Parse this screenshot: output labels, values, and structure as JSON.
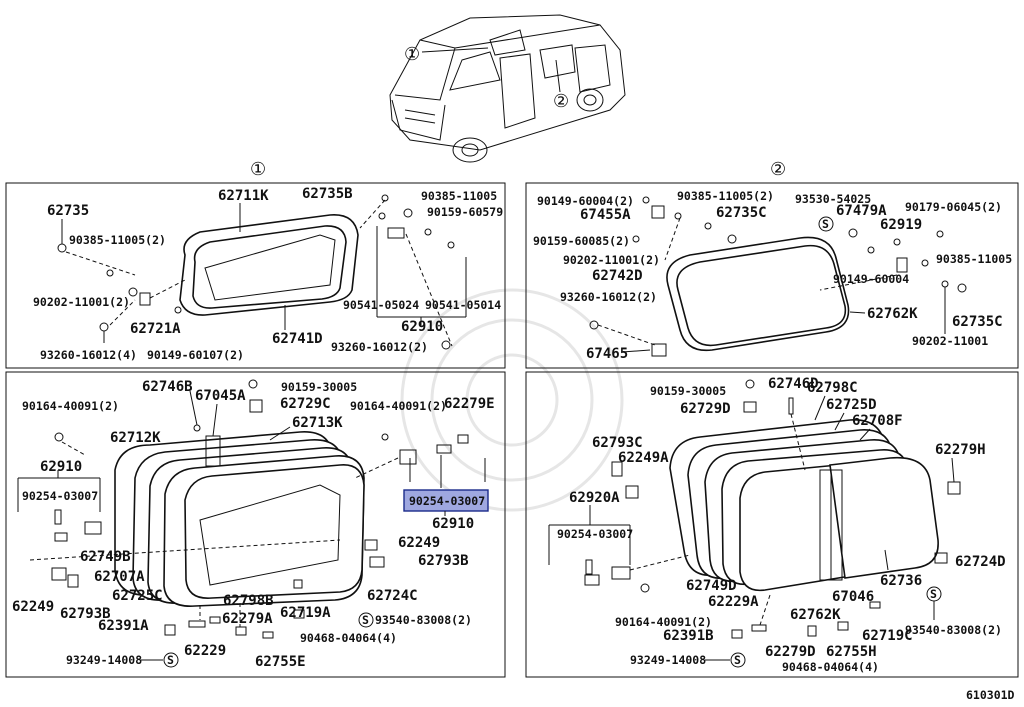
{
  "header": {
    "callout_1": "①",
    "callout_2": "②",
    "ref_code": "610301D"
  },
  "sections": {
    "one": "①",
    "two": "②"
  },
  "parts_tl": {
    "p62735": "62735",
    "p62711K": "62711K",
    "p62735B": "62735B",
    "p90385_11005_top": "90385-11005",
    "p90159_60579": "90159-60579",
    "p90385_11005_2": "90385-11005(2)",
    "p90202_11001_2": "90202-11001(2)",
    "p62721A": "62721A",
    "p93260_16012_4": "93260-16012(4)",
    "p90149_60107_2": "90149-60107(2)",
    "p62741D": "62741D",
    "p90541_05024": "90541-05024",
    "p90541_05014": "90541-05014",
    "p62910": "62910",
    "p93260_16012_2": "93260-16012(2)"
  },
  "parts_tr": {
    "p90149_60004_2": "90149-60004(2)",
    "p67455A": "67455A",
    "p90385_11005_2": "90385-11005(2)",
    "p62735C_a": "62735C",
    "p93530_54025": "93530-54025",
    "p67479A": "67479A",
    "p90179_06045_2": "90179-06045(2)",
    "p62919": "62919",
    "p90159_60085_2": "90159-60085(2)",
    "p90202_11001_2": "90202-11001(2)",
    "p62742D": "62742D",
    "p90149_60004": "90149-60004",
    "p90385_11005": "90385-11005",
    "p93260_16012_2": "93260-16012(2)",
    "p62762K": "62762K",
    "p62735C_b": "62735C",
    "p90202_11001": "90202-11001",
    "p67465": "67465"
  },
  "parts_bl": {
    "p62746B": "62746B",
    "p67045A": "67045A",
    "p90159_30005": "90159-30005",
    "p62729C": "62729C",
    "p90164_40091_2a": "90164-40091(2)",
    "p62713K": "62713K",
    "p90164_40091_2b": "90164-40091(2)",
    "p62279E": "62279E",
    "p62712K": "62712K",
    "p62910a": "62910",
    "p90254_03007a": "90254-03007",
    "p90254_03007_hl": "90254-03007",
    "p62910b": "62910",
    "p62749B": "62749B",
    "p62707A": "62707A",
    "p62725C": "62725C",
    "p62249a": "62249",
    "p62793Ba": "62793B",
    "p62249b": "62249",
    "p62793Bb": "62793B",
    "p62798B": "62798B",
    "p62719A": "62719A",
    "p62724C": "62724C",
    "p62391A": "62391A",
    "p62279A": "62279A",
    "p93540_83008_2": "93540-83008(2)",
    "p90468_04064_4": "90468-04064(4)",
    "p62229": "62229",
    "p93249_14008": "93249-14008",
    "p62755E": "62755E",
    "s_sym": "S"
  },
  "parts_br": {
    "p90159_30005": "90159-30005",
    "p62746D": "62746D",
    "p62798C": "62798C",
    "p62729D": "62729D",
    "p62725D": "62725D",
    "p62708F": "62708F",
    "p62793C": "62793C",
    "p62249A": "62249A",
    "p62279H": "62279H",
    "p62920A": "62920A",
    "p90254_03007": "90254-03007",
    "p62724D": "62724D",
    "p62749D": "62749D",
    "p62736": "62736",
    "p62229A": "62229A",
    "p67046": "67046",
    "p90164_40091_2": "90164-40091(2)",
    "p62762K": "62762K",
    "p93540_83008_2": "93540-83008(2)",
    "p62391B": "62391B",
    "p62719C": "62719C",
    "p62279D": "62279D",
    "p62755H": "62755H",
    "p93249_14008": "93249-14008",
    "p90468_04064_4": "90468-04064(4)",
    "s_sym": "S"
  },
  "colors": {
    "highlight": "#9fa8e0",
    "highlight_border": "#1b2a8a"
  }
}
